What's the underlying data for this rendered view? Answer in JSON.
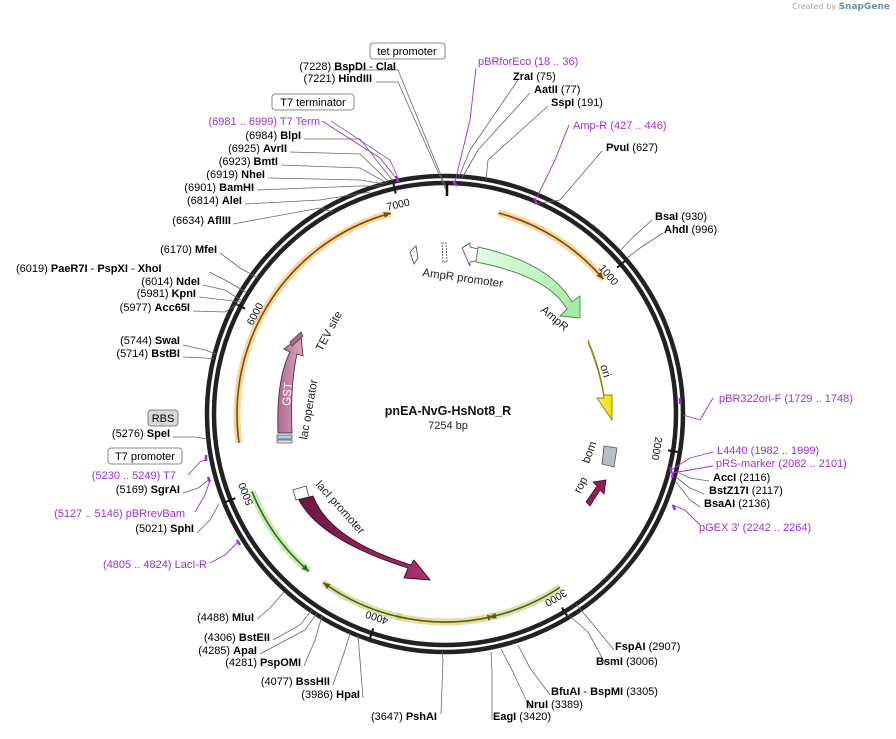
{
  "brand": {
    "prefix": "Created by",
    "name": "SnapGene"
  },
  "plasmid": {
    "name": "pnEA-NvG-HsNot8_R",
    "length_label": "7254 bp",
    "total_bp": 7254
  },
  "colors": {
    "backbone": "#222222",
    "orange": "#f2b54a",
    "green": "#9bd86a",
    "green_dark": "#2c6e1f",
    "primer": "#9b30d9",
    "ampr": "#bff5bf",
    "ori": "#fff200",
    "laci": "#8e1e5a",
    "gst": "#c98fb0",
    "bom": "#b8bcc4"
  },
  "ticks": [
    "1000",
    "2000",
    "3000",
    "4000",
    "5000",
    "6000",
    "7000"
  ],
  "features": {
    "ampr_promoter": "AmpR promoter",
    "ampr": "AmpR",
    "ori": "ori",
    "bom": "bom",
    "rop": "rop",
    "laci": "lacI",
    "laci_promoter": "lacI promoter",
    "gst": "GST",
    "lac_operator": "lac operator",
    "tev_site": "TEV site"
  },
  "boxed_labels": {
    "tet": "tet promoter",
    "t7term": "T7 terminator",
    "rbs": "RBS",
    "t7prom": "T7 promoter"
  },
  "sites_left": [
    {
      "pos": "(7228)",
      "name": "BspDI",
      "extra": "ClaI"
    },
    {
      "pos": "(7221)",
      "name": "HindIII"
    },
    {
      "pos": "(6984)",
      "name": "BlpI"
    },
    {
      "pos": "(6925)",
      "name": "AvrII"
    },
    {
      "pos": "(6923)",
      "name": "BmtI"
    },
    {
      "pos": "(6919)",
      "name": "NheI"
    },
    {
      "pos": "(6901)",
      "name": "BamHI"
    },
    {
      "pos": "(6814)",
      "name": "AleI"
    },
    {
      "pos": "(6634)",
      "name": "AflIII"
    },
    {
      "pos": "(6170)",
      "name": "MfeI"
    },
    {
      "pos": "(6019)",
      "name": "PaeR7I",
      "extra": "PspXI",
      "extra2": "XhoI"
    },
    {
      "pos": "(6014)",
      "name": "NdeI"
    },
    {
      "pos": "(5981)",
      "name": "KpnI"
    },
    {
      "pos": "(5977)",
      "name": "Acc65I"
    },
    {
      "pos": "(5744)",
      "name": "SwaI"
    },
    {
      "pos": "(5714)",
      "name": "BstBI"
    },
    {
      "pos": "(5276)",
      "name": "SpeI"
    },
    {
      "pos": "(5169)",
      "name": "SgrAI"
    },
    {
      "pos": "(5021)",
      "name": "SphI"
    },
    {
      "pos": "(4488)",
      "name": "MluI"
    },
    {
      "pos": "(4306)",
      "name": "BstEII"
    },
    {
      "pos": "(4285)",
      "name": "ApaI"
    },
    {
      "pos": "(4281)",
      "name": "PspOMI"
    },
    {
      "pos": "(4077)",
      "name": "BssHII"
    },
    {
      "pos": "(3986)",
      "name": "HpaI"
    },
    {
      "pos": "(3647)",
      "name": "PshAI"
    }
  ],
  "sites_right": [
    {
      "name": "ZraI",
      "pos": "(75)"
    },
    {
      "name": "AatII",
      "pos": "(77)"
    },
    {
      "name": "SspI",
      "pos": "(191)"
    },
    {
      "name": "PvuI",
      "pos": "(627)"
    },
    {
      "name": "BsaI",
      "pos": "(930)"
    },
    {
      "name": "AhdI",
      "pos": "(996)"
    },
    {
      "name": "AccI",
      "pos": "(2116)"
    },
    {
      "name": "BstZ17I",
      "pos": "(2117)"
    },
    {
      "name": "BsaAI",
      "pos": "(2136)"
    },
    {
      "name": "FspAI",
      "pos": "(2907)"
    },
    {
      "name": "BsmI",
      "pos": "(3006)"
    },
    {
      "name": "BfuAI",
      "extra": "BspMI",
      "pos": "(3305)"
    },
    {
      "name": "NruI",
      "pos": "(3389)"
    },
    {
      "name": "EagI",
      "pos": "(3420)"
    }
  ],
  "primers": [
    {
      "name": "pBRforEco",
      "range": "(18 .. 36)"
    },
    {
      "name": "Amp-R",
      "range": "(427 .. 446)"
    },
    {
      "name": "pBR322ori-F",
      "range": "(1729 .. 1748)"
    },
    {
      "name": "L4440",
      "range": "(1982 .. 1999)"
    },
    {
      "name": "pRS-marker",
      "range": "(2082 .. 2101)"
    },
    {
      "name": "pGEX 3'",
      "range": "(2242 .. 2264)"
    },
    {
      "name": "T7 Term",
      "range": "(6981 .. 6999)"
    },
    {
      "name": "T7",
      "range": "(5230 .. 5249)"
    },
    {
      "name": "pBRrevBam",
      "range": "(5127 .. 5146)"
    },
    {
      "name": "LacI-R",
      "range": "(4805 .. 4824)"
    }
  ]
}
